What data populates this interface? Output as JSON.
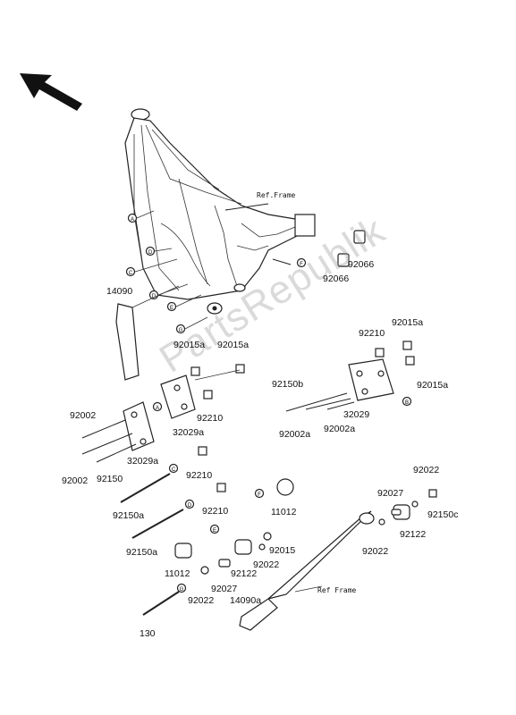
{
  "ref_labels": {
    "ref_frame_top": "Ref.Frame",
    "ref_frame_bottom": "Ref Frame"
  },
  "watermark": "PartsRepublik",
  "letters": [
    "A",
    "B",
    "C",
    "D",
    "E",
    "F",
    "G"
  ],
  "parts": {
    "p14090": "14090",
    "p92066_a": "92066",
    "p92066_b": "92066",
    "p92015a_1": "92015a",
    "p92015a_2": "92015a",
    "p92015a_3": "92015a",
    "p92015a_4": "92015a",
    "p92210_1": "92210",
    "p92210_2": "92210",
    "p92210_3": "92210",
    "p92210_4": "92210",
    "p92150b": "92150b",
    "p32029": "32029",
    "p32029a_1": "32029a",
    "p32029a_2": "32029a",
    "p92002a_1": "92002a",
    "p92002a_2": "92002a",
    "p92002_1": "92002",
    "p92002_2": "92002",
    "p92150": "92150",
    "p92150a_1": "92150a",
    "p92150a_2": "92150a",
    "p11012_1": "11012",
    "p11012_2": "11012",
    "p92015": "92015",
    "p92122_1": "92122",
    "p92122_2": "92122",
    "p92022_1": "92022",
    "p92022_2": "92022",
    "p92022_3": "92022",
    "p92022_4": "92022",
    "p92027_1": "92027",
    "p92027_2": "92027",
    "p92150c": "92150c",
    "p14090a": "14090a",
    "p130": "130"
  }
}
